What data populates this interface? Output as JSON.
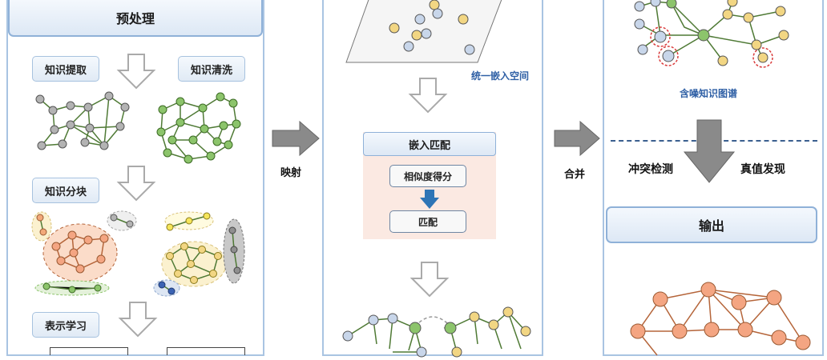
{
  "preprocess": {
    "title": "预处理",
    "knowledge_extraction": "知识提取",
    "knowledge_cleaning": "知识清洗",
    "knowledge_chunking": "知识分块",
    "representation_learning": "表示学习"
  },
  "mapping_label": "映射",
  "embedding": {
    "space_label": "统一嵌入空间",
    "match_title": "嵌入匹配",
    "similarity_score": "相似度得分",
    "match": "匹配"
  },
  "merge_label": "合并",
  "result": {
    "noisy_kg_label": "含噪知识图谱",
    "conflict_detection": "冲突检测",
    "truth_discovery": "真值发现",
    "output_title": "输出"
  },
  "colors": {
    "gray_node": "#b3b3b3",
    "green_node": "#8cc46b",
    "orange_node": "#f4a582",
    "yellow_node": "#f2d683",
    "blue_node": "#c8d6ea",
    "edge_green": "#4f7a35",
    "edge_brown": "#b5653a",
    "accent_blue": "#2e75b6"
  }
}
